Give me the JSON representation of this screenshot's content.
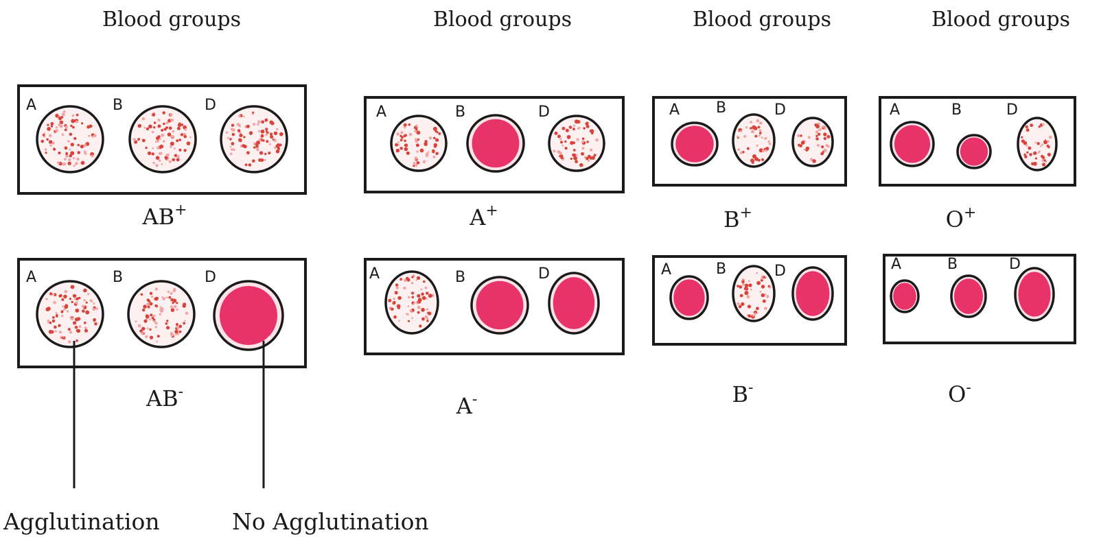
{
  "column_headers": [
    "Blood groups",
    "Blood groups",
    "Blood groups",
    "Blood groups"
  ],
  "panels": [
    {
      "type": "AB",
      "sign": "+",
      "wells": [
        {
          "antiserum": "A",
          "result": "agglutination"
        },
        {
          "antiserum": "B",
          "result": "agglutination"
        },
        {
          "antiserum": "D",
          "result": "agglutination"
        }
      ]
    },
    {
      "type": "AB",
      "sign": "-",
      "wells": [
        {
          "antiserum": "A",
          "result": "agglutination"
        },
        {
          "antiserum": "B",
          "result": "agglutination"
        },
        {
          "antiserum": "D",
          "result": "no-agglutination"
        }
      ]
    },
    {
      "type": "A",
      "sign": "+",
      "wells": [
        {
          "antiserum": "A",
          "result": "agglutination"
        },
        {
          "antiserum": "B",
          "result": "no-agglutination"
        },
        {
          "antiserum": "D",
          "result": "agglutination"
        }
      ]
    },
    {
      "type": "A",
      "sign": "-",
      "wells": [
        {
          "antiserum": "A",
          "result": "agglutination"
        },
        {
          "antiserum": "B",
          "result": "no-agglutination"
        },
        {
          "antiserum": "D",
          "result": "no-agglutination"
        }
      ]
    },
    {
      "type": "B",
      "sign": "+",
      "wells": [
        {
          "antiserum": "A",
          "result": "no-agglutination"
        },
        {
          "antiserum": "B",
          "result": "agglutination"
        },
        {
          "antiserum": "D",
          "result": "agglutination"
        }
      ]
    },
    {
      "type": "B",
      "sign": "-",
      "wells": [
        {
          "antiserum": "A",
          "result": "no-agglutination"
        },
        {
          "antiserum": "B",
          "result": "agglutination"
        },
        {
          "antiserum": "D",
          "result": "no-agglutination"
        }
      ]
    },
    {
      "type": "O",
      "sign": "+",
      "wells": [
        {
          "antiserum": "A",
          "result": "no-agglutination"
        },
        {
          "antiserum": "B",
          "result": "no-agglutination"
        },
        {
          "antiserum": "D",
          "result": "agglutination"
        }
      ]
    },
    {
      "type": "O",
      "sign": "-",
      "wells": [
        {
          "antiserum": "A",
          "result": "no-agglutination"
        },
        {
          "antiserum": "B",
          "result": "no-agglutination"
        },
        {
          "antiserum": "D",
          "result": "no-agglutination"
        }
      ]
    }
  ],
  "legend": {
    "agglutination": "Agglutination",
    "no_agglutination": "No Agglutination"
  },
  "colors": {
    "outline": "#1a1a1a",
    "solid_fill": "#e8336a",
    "solid_rim": "#fbe3e8",
    "speckle_bg": "#fdf0f0",
    "speckle_dark": "#d8443c",
    "speckle_light": "#f2a3a3"
  }
}
